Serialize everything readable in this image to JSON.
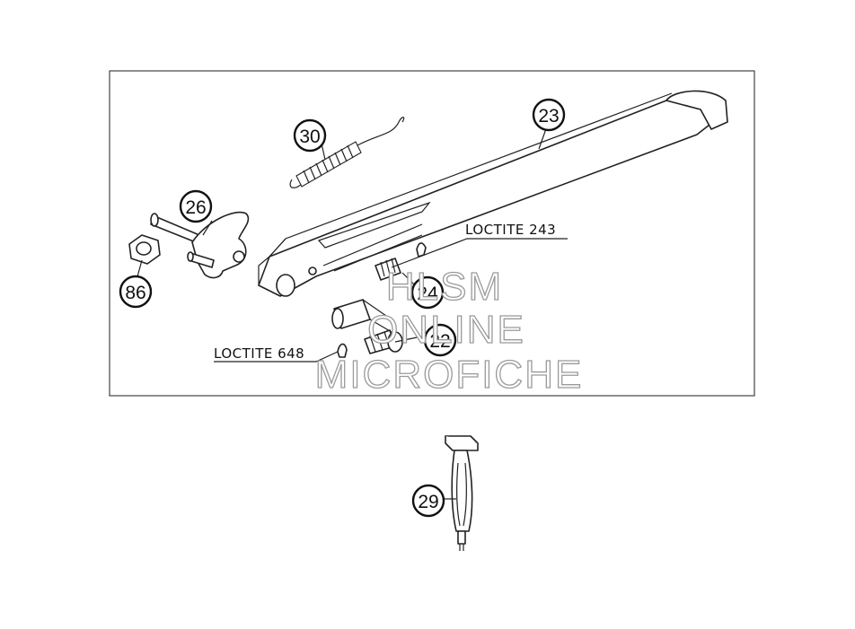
{
  "callouts": [
    "30",
    "23",
    "26",
    "86",
    "24",
    "22",
    "29"
  ],
  "loctite_labels": [
    "LOCTITE 243",
    "LOCTITE 648"
  ],
  "watermark": [
    "HLSM",
    "ONLINE",
    "MICROFICHE"
  ]
}
